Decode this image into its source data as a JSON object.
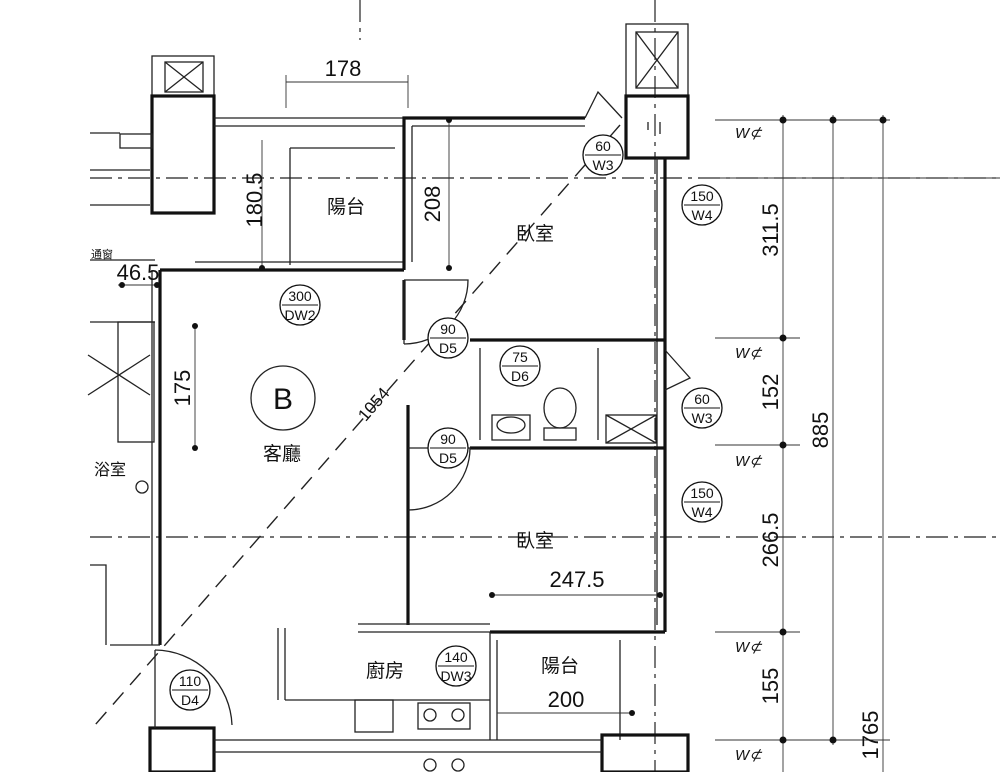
{
  "grid": {
    "letter": "B"
  },
  "rooms": {
    "balcony_top": "陽台",
    "bedroom_top": "臥室",
    "living": "客廳",
    "bedroom_bottom": "臥室",
    "kitchen": "廚房",
    "balcony_bottom": "陽台",
    "left_room": "浴室",
    "left_label": "通窗"
  },
  "dimensions": {
    "top_width": "178",
    "balcony_height": "180.5",
    "balcony_top_depth": "208",
    "left_offset": "46.5",
    "living_depth": "175",
    "diagonal": "1054",
    "bedroom_width": "247.5",
    "balcony_bottom_width": "200",
    "right_1": "311.5",
    "right_2": "152",
    "right_3": "266.5",
    "right_4": "155",
    "right_total": "885",
    "right_overall": "1765"
  },
  "tags": [
    {
      "size": "60",
      "code": "W3"
    },
    {
      "size": "150",
      "code": "W4"
    },
    {
      "size": "300",
      "code": "DW2"
    },
    {
      "size": "90",
      "code": "D5"
    },
    {
      "size": "75",
      "code": "D6"
    },
    {
      "size": "60",
      "code": "W3"
    },
    {
      "size": "90",
      "code": "D5"
    },
    {
      "size": "150",
      "code": "W4"
    },
    {
      "size": "140",
      "code": "DW3"
    },
    {
      "size": "110",
      "code": "D4"
    }
  ],
  "axis_marks": [
    "W⊄",
    "W⊄",
    "W⊄",
    "W⊄",
    "W⊄"
  ]
}
